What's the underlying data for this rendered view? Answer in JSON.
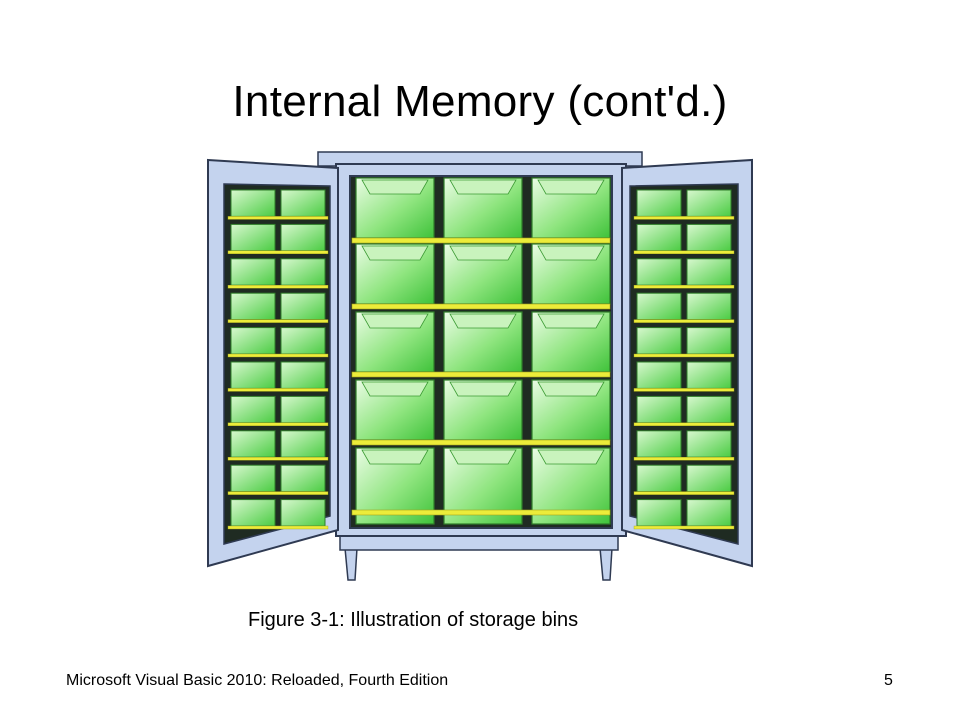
{
  "slide": {
    "title": "Internal Memory (cont'd.)",
    "caption": "Figure 3-1: Illustration of storage bins",
    "footer": "Microsoft Visual Basic 2010: Reloaded, Fourth Edition",
    "page_number": "5"
  },
  "illustration": {
    "subject": "cabinet-with-storage-bins",
    "colors": {
      "cabinet": "#c4d3ee",
      "cabinet_outline": "#2f3a52",
      "bin": "#5fd64f",
      "bin_light": "#c8f5bc",
      "shelf": "#ecec3a"
    }
  }
}
